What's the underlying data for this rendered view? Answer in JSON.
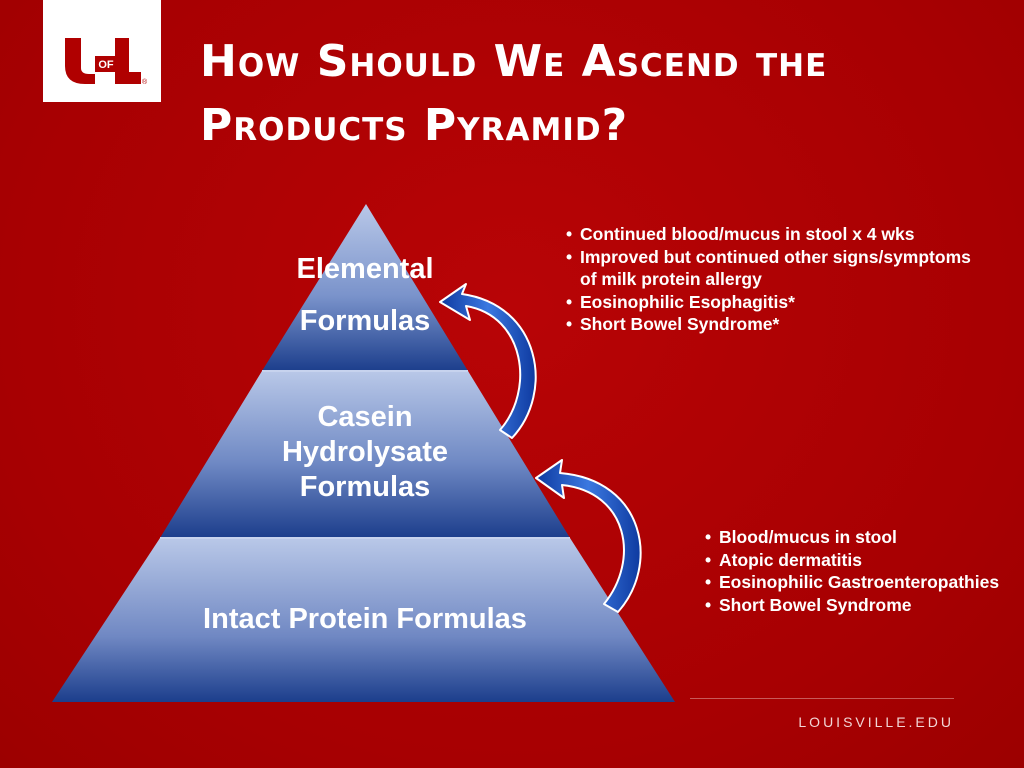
{
  "title": {
    "line1": "How Should We Ascend the",
    "line2": "Products Pyramid?"
  },
  "logo": {
    "letters_u": "U",
    "letters_of": "OF",
    "letters_l": "L",
    "mark": "®",
    "brand_color": "#b00000"
  },
  "pyramid": {
    "tiers": [
      {
        "line1": "Elemental",
        "line2": "Formulas"
      },
      {
        "line1": "Casein",
        "line2": "Hydrolysate",
        "line3": "Formulas"
      },
      {
        "line1": "Intact Protein Formulas"
      }
    ],
    "colors": {
      "light": "#b4c4e6",
      "mid": "#6f89c4",
      "dark": "#1c3e8c",
      "arrow": "#1a56c8"
    }
  },
  "upper_indications": [
    "Continued blood/mucus in stool x 4 wks",
    "Improved but continued other signs/symptoms of milk protein allergy",
    "Eosinophilic Esophagitis*",
    "Short  Bowel Syndrome*"
  ],
  "lower_indications": [
    "Blood/mucus in stool",
    "Atopic dermatitis",
    "Eosinophilic Gastroenteropathies",
    "Short  Bowel Syndrome"
  ],
  "footer": {
    "url": "LOUISVILLE.EDU"
  }
}
